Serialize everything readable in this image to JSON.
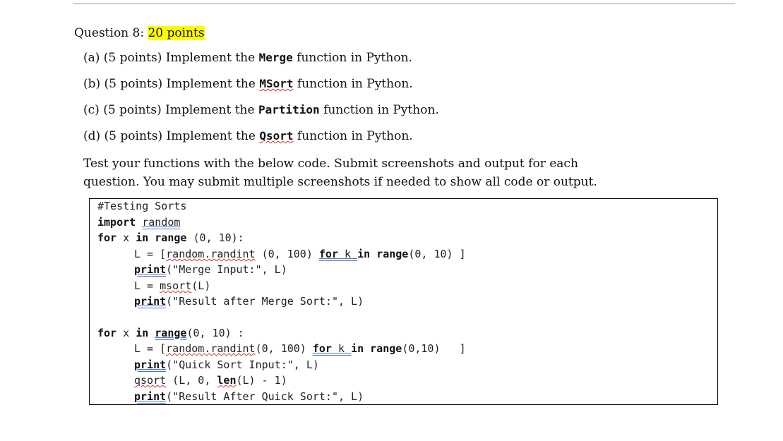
{
  "question": {
    "label": "Question 8: ",
    "points": "20 points",
    "highlight_color": "#ffff00"
  },
  "parts": [
    {
      "prefix": "(a) (5 points) Implement the ",
      "fn": "Merge",
      "suffix": " function in Python."
    },
    {
      "prefix": "(b) (5 points) Implement the ",
      "fn": "MSort",
      "suffix": " function in Python."
    },
    {
      "prefix": "(c) (5 points) Implement the ",
      "fn": "Partition",
      "suffix": " function in Python."
    },
    {
      "prefix": "(d) (5 points) Implement the ",
      "fn": "Qsort",
      "suffix": " function in Python."
    }
  ],
  "instructions": "Test your functions with the below code. Submit screenshots and output for each question. You may submit multiple screenshots if needed to show all code or output.",
  "code": {
    "comment": "#Testing Sorts",
    "import_kw": "import",
    "import_mod": "random",
    "loop1": {
      "for": "for",
      "var": " x ",
      "in": "in",
      "range": "range",
      "args": " (0, 10):",
      "l_assign": "L = [",
      "randint": "random.randint",
      "randint_args": " (0, 100) ",
      "comp_for": "for",
      "comp_k": " k ",
      "comp_in": "in",
      "comp_range": "range",
      "comp_args": "(0, 10) ]",
      "print1": "print",
      "print1_args": "(\"Merge Input:\", L)",
      "l_assign2": "L = ",
      "msort": "msort",
      "msort_args": "(L)",
      "print2": "print",
      "print2_args": "(\"Result after Merge Sort:\", L)"
    },
    "loop2": {
      "for": "for",
      "var": " x ",
      "in": "in",
      "range": "range",
      "args": "(0, 10) :",
      "l_assign": "L = [",
      "randint": "random.randint",
      "randint_args": "(0, 100) ",
      "comp_for": "for",
      "comp_k": " k ",
      "comp_in": "in",
      "comp_range": "range",
      "comp_args": "(0,10)   ]",
      "print1": "print",
      "print1_args": "(\"Quick Sort Input:\", L)",
      "qsort": "qsort",
      "qsort_args_a": " (L, 0, ",
      "len": "len",
      "qsort_args_b": "(L) - 1)",
      "print2": "print",
      "print2_args": "(\"Result After Quick Sort:\", L)"
    }
  }
}
